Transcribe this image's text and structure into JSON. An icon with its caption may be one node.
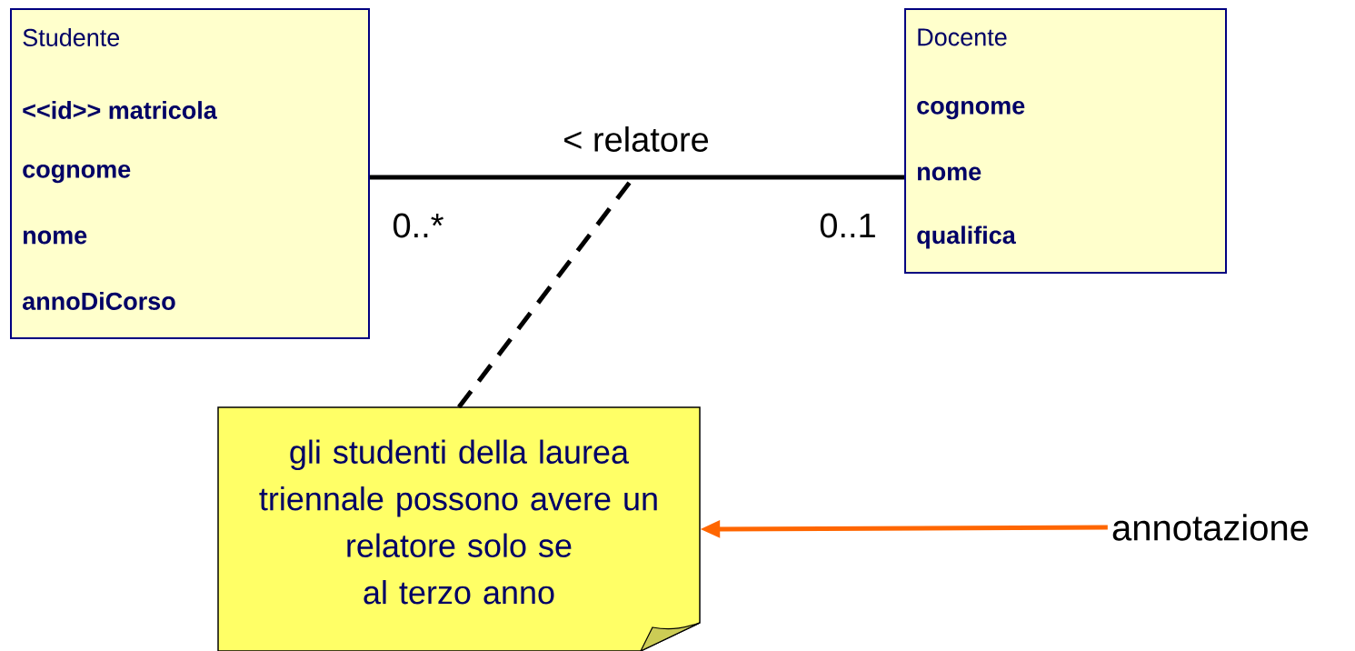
{
  "diagram": {
    "nodes": [
      {
        "text": [
          "Studente",
          "**<<id>> matricola**",
          "**cognome**",
          "**nome**",
          "**annoDiCorso**"
        ]
      },
      {
        "text": [
          "Docente",
          "**cognome**",
          "**nome**",
          "**qualifica**"
        ]
      },
      {
        "text": [
          "gli studenti della laurea triennale possono avere un relatore solo se al terzo anno"
        ]
      },
      {
        "text": [
          "annotazione"
        ]
      }
    ],
    "edges": [
      {
        "from": 0,
        "to": 1,
        "arrow": "none",
        "label": "< relatore"
      },
      {
        "from": 2,
        "to": null,
        "arrow": "none",
        "style": "dashed"
      },
      {
        "from": 3,
        "to": 2,
        "arrow": "to",
        "color": "#ff6600"
      }
    ],
    "labels": [
      "0..*",
      "0..1"
    ]
  }
}
